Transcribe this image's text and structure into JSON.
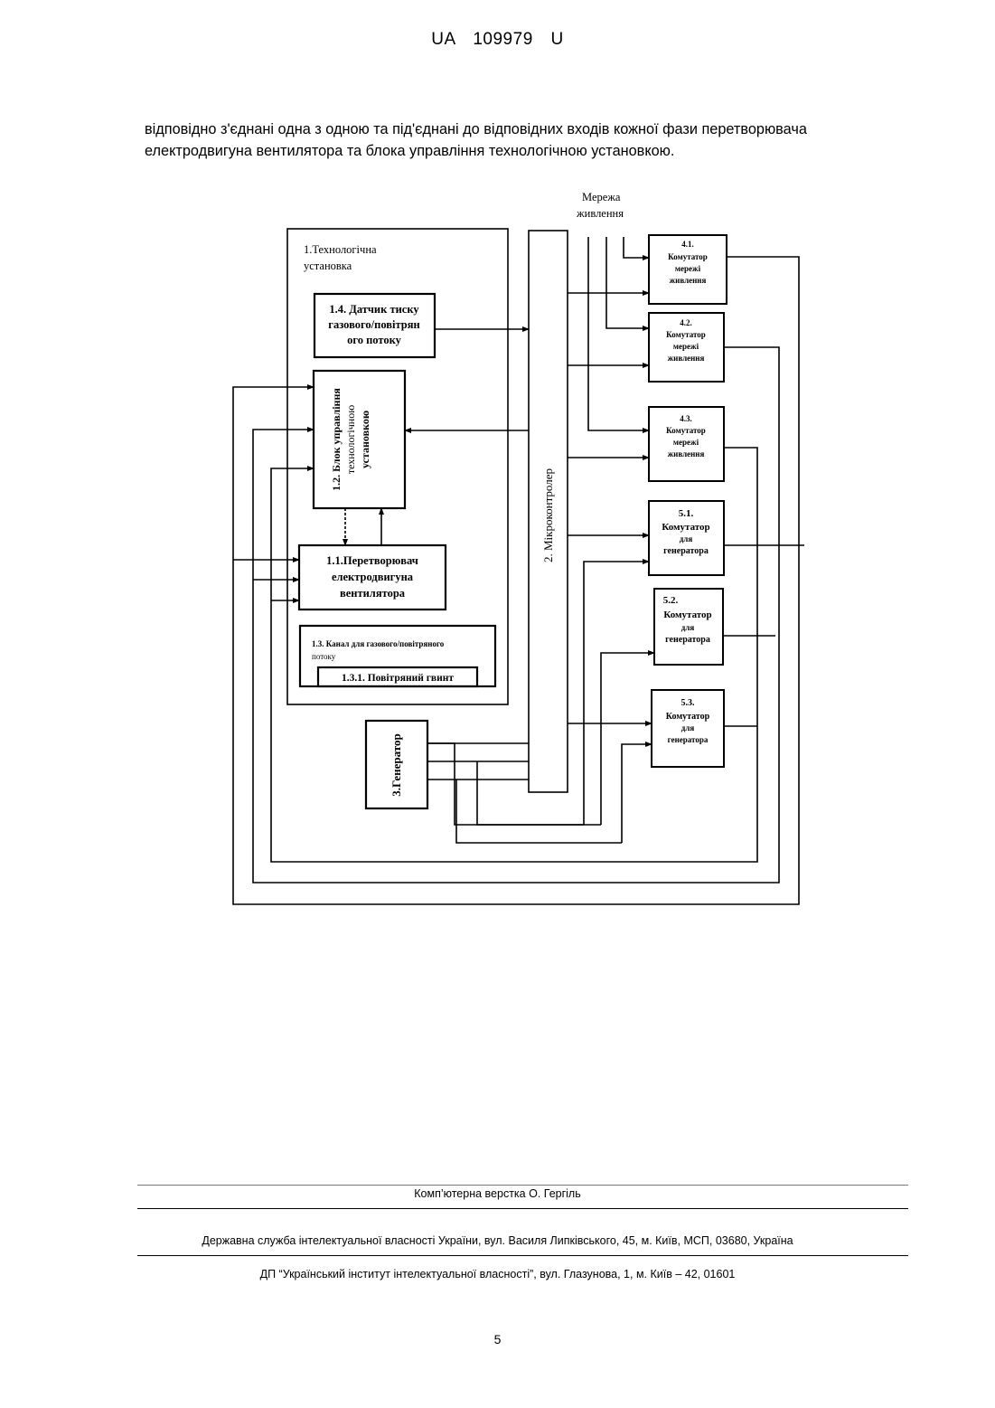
{
  "header": {
    "doc_number": "UA   109979   U"
  },
  "paragraph": {
    "line1": "відповідно з'єднані одна з одною та під'єднані до відповідних входів кожної фази перетворювача",
    "line2": "електродвигуна вентилятора та блока управління технологічною установкою."
  },
  "diagram": {
    "network_label_1": "Мережа",
    "network_label_2": "живлення",
    "block1_title_1": "1.Технологічна",
    "block1_title_2": "установка",
    "block14_1": "1.4. Датчик тиску",
    "block14_2": "газового/повітрян",
    "block14_3": "ого потоку",
    "block12_1": "1.2. Блок управління",
    "block12_2": "технологічною",
    "block12_3": "установкою",
    "block11_1": "1.1.Перетворювач",
    "block11_2": "електродвигуна",
    "block11_3": "вентилятора",
    "block13_1": "1.3. Канал для газового/повітряного",
    "block13_2": "потоку",
    "block131": "1.3.1. Повітряний гвинт",
    "block2": "2. Мікроконтролер",
    "block3": "3.Генератор",
    "sw41_1": "4.1.",
    "sw41_2": "Комутатор",
    "sw41_3": "мережі",
    "sw41_4": "живлення",
    "sw42_1": "4.2.",
    "sw42_2": "Комутатор",
    "sw42_3": "мережі",
    "sw42_4": "живлення",
    "sw43_1": "4.3.",
    "sw43_2": "Комутатор",
    "sw43_3": "мережі",
    "sw43_4": "живлення",
    "sw51_1": "5.1.",
    "sw51_2": "Комутатор",
    "sw51_3": "для",
    "sw51_4": "генератора",
    "sw52_1": "5.2.",
    "sw52_2": "Комутатор",
    "sw52_3": "для",
    "sw52_4": "генератора",
    "sw53_1": "5.3.",
    "sw53_2": "Комутатор",
    "sw53_3": "для",
    "sw53_4": "генератора"
  },
  "footer": {
    "layout_credit": "Комп’ютерна верстка О. Гергіль",
    "agency": "Державна служба інтелектуальної власності України, вул. Василя Липківського, 45, м. Київ, МСП, 03680, Україна",
    "institute": "ДП “Український інститут інтелектуальної власності”, вул. Глазунова, 1, м. Київ – 42, 01601"
  },
  "page_number": "5"
}
